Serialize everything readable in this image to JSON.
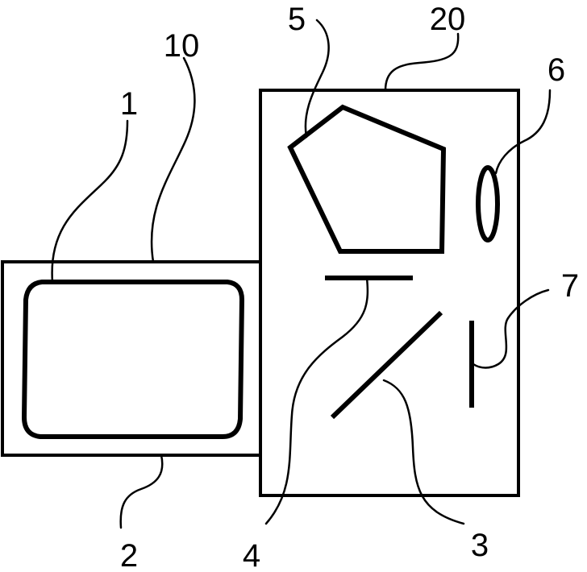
{
  "figure": {
    "labels": {
      "l1": "1",
      "l2": "2",
      "l3": "3",
      "l4": "4",
      "l5": "5",
      "l6": "6",
      "l7": "7",
      "l10": "10",
      "l20": "20"
    },
    "stroke_color": "#000000",
    "background_color": "#ffffff"
  }
}
